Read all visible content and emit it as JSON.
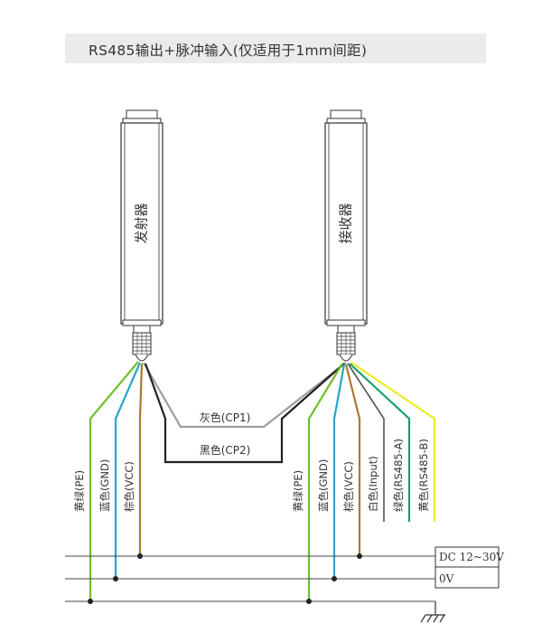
{
  "title": "RS485输出+脉冲输入(仅适用于1mm间距)",
  "emitter": {
    "label": "发射器"
  },
  "receiver": {
    "label": "接收器"
  },
  "cp_wires": {
    "gray": "灰色(CP1)",
    "black": "黑色(CP2)"
  },
  "emitter_wires": [
    "黄绿(PE)",
    "蓝色(GND)",
    "棕色(VCC)"
  ],
  "receiver_wires": [
    "黄绿(PE)",
    "蓝色(GND)",
    "棕色(VCC)",
    "白色(Input)",
    "绿色(RS485-A)",
    "黄色(RS485-B)"
  ],
  "power": {
    "dc": "DC 12~30V",
    "zero": "0V"
  },
  "colors": {
    "green": "#6fbf2a",
    "blue": "#2aa6c8",
    "brown": "#a87a2e",
    "gray": "#9e9e9e",
    "black": "#222222",
    "white_wire": "#555555",
    "rs485a": "#17a06a",
    "rs485b": "#ecec2a",
    "title_bg": "#ebebeb"
  }
}
